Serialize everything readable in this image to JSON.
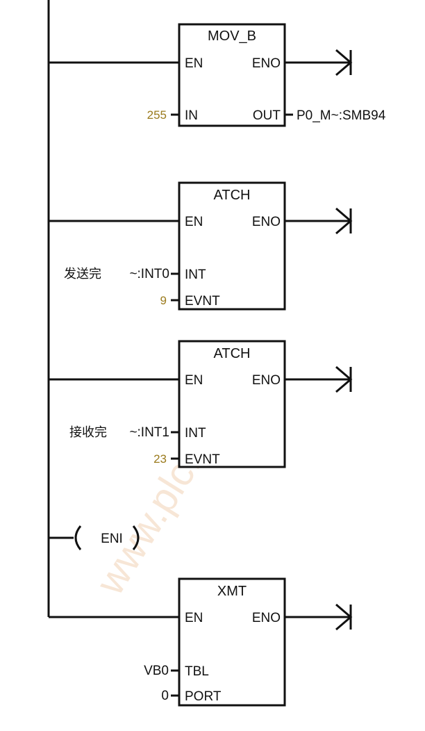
{
  "watermark": "www.plc.com",
  "blocks": {
    "mov_b": {
      "title": "MOV_B",
      "en": "EN",
      "eno": "ENO",
      "in": "IN",
      "out": "OUT",
      "in_value": "255",
      "out_value": "P0_M~:SMB94"
    },
    "atch1": {
      "title": "ATCH",
      "en": "EN",
      "eno": "ENO",
      "int": "INT",
      "evnt": "EVNT",
      "int_label_cn": "发送完",
      "int_value": "~:INT0",
      "evnt_value": "9"
    },
    "atch2": {
      "title": "ATCH",
      "en": "EN",
      "eno": "ENO",
      "int": "INT",
      "evnt": "EVNT",
      "int_label_cn": "接收完",
      "int_value": "~:INT1",
      "evnt_value": "23"
    },
    "eni": {
      "label": "ENI"
    },
    "xmt": {
      "title": "XMT",
      "en": "EN",
      "eno": "ENO",
      "tbl": "TBL",
      "port": "PORT",
      "tbl_value": "VB0",
      "port_value": "0"
    }
  }
}
